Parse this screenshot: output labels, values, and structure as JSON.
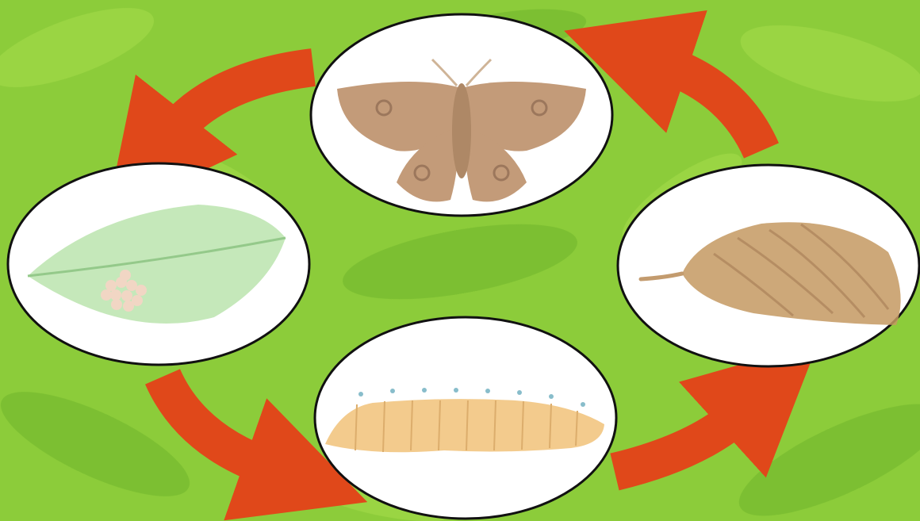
{
  "diagram": {
    "type": "life-cycle",
    "subject": "moth",
    "stages": [
      {
        "id": "adult",
        "icon": "moth-icon"
      },
      {
        "id": "eggs",
        "icon": "eggs-on-leaf-icon"
      },
      {
        "id": "larva",
        "icon": "caterpillar-icon"
      },
      {
        "id": "pupa",
        "icon": "cocoon-icon"
      }
    ],
    "flow": [
      "adult",
      "eggs",
      "larva",
      "pupa",
      "adult"
    ]
  },
  "colors": {
    "background": "#8ccc3a",
    "leaf_light": "#a6dc4c",
    "leaf_dark": "#6fb52c",
    "arrow": "#e0481a",
    "ellipse_fill": "#ffffff",
    "ellipse_stroke": "#111111",
    "moth": "#b98a62",
    "leaf": "#bfe6b3",
    "eggs": "#f1d6c4",
    "caterpillar": "#f2c681",
    "cocoon": "#c59a62"
  }
}
